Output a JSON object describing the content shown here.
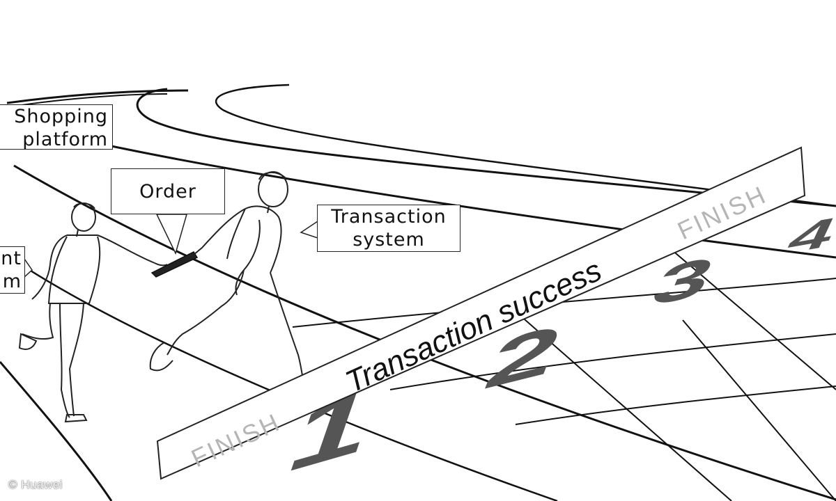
{
  "callouts": {
    "shopping": [
      "Shopping",
      "platform"
    ],
    "order": "Order",
    "transaction": [
      "Transaction",
      "system"
    ],
    "payment": [
      "nt",
      "m"
    ]
  },
  "ribbon": {
    "label": "Transaction success",
    "finish_left": "FINISH",
    "finish_right": "FINISH"
  },
  "lanes": [
    "1",
    "2",
    "3",
    "4"
  ],
  "credit": "© Huawei",
  "colors": {
    "ink": "#111111",
    "lane_number": "#555555",
    "finish_text": "#b5b5b5"
  },
  "illustration": [
    "relay-runner-left",
    "relay-runner-right",
    "baton",
    "running-track"
  ]
}
